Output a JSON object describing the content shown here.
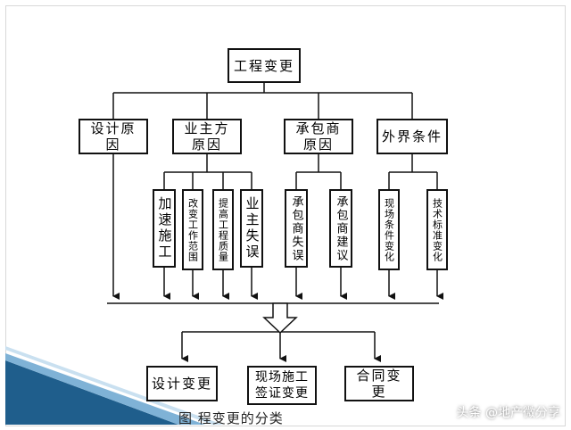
{
  "root": "工程变更",
  "categories": [
    "设计原因",
    "业主方原因",
    "承包商原因",
    "外界条件"
  ],
  "subitems": {
    "owner": [
      "加速施工",
      "改变工作范围",
      "提高工程质量",
      "业主失误"
    ],
    "contractor": [
      "承包商失误",
      "承包商建议"
    ],
    "external": [
      "现场条件变化",
      "技术标准变化"
    ]
  },
  "outcomes": [
    "设计变更",
    "现场施工签证变更",
    "合同变更"
  ],
  "caption": "图  程变更的分类",
  "watermark": "头条 @地产微分享",
  "colors": {
    "border": "#111111",
    "accent_dark": "#1f5e8c",
    "accent_light": "#7fb2d6"
  }
}
